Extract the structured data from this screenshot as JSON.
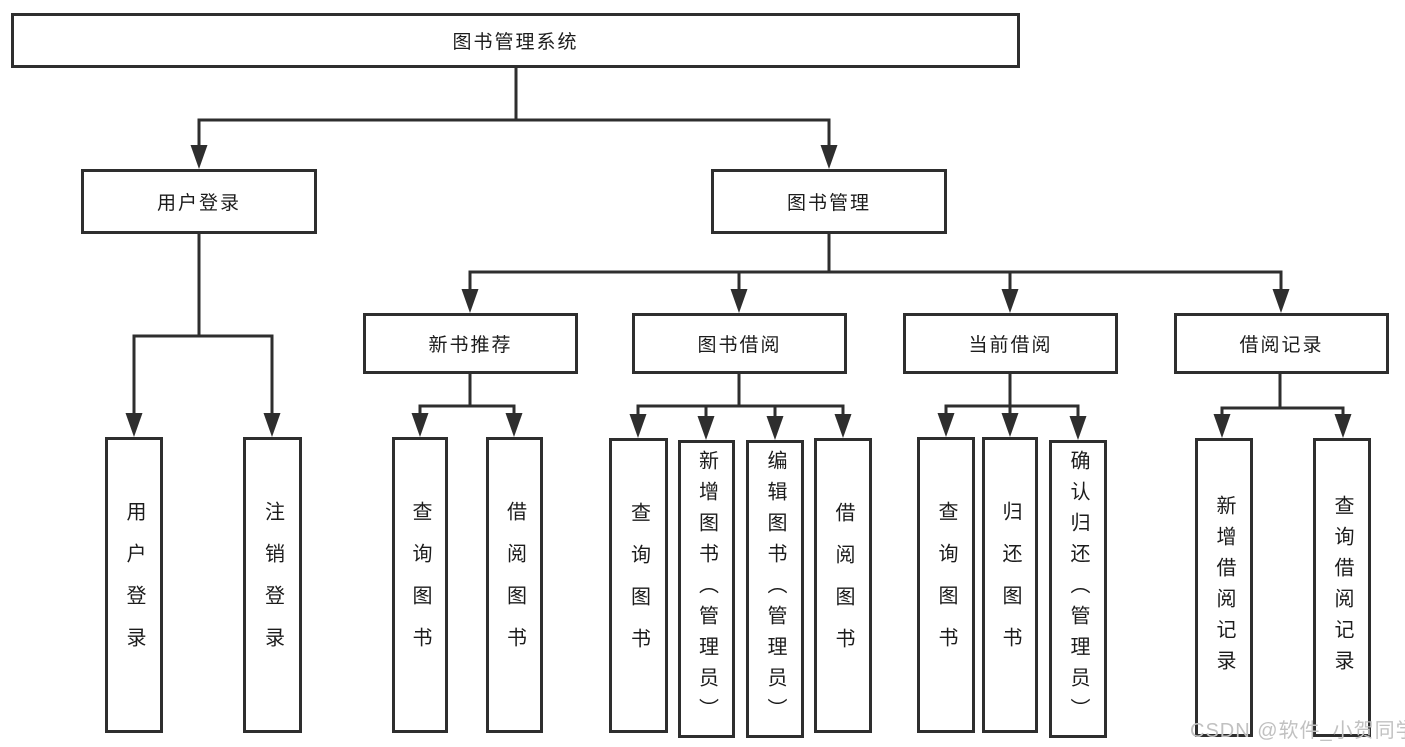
{
  "diagram": {
    "root": "图书管理系统",
    "user_branch": {
      "label": "用户登录",
      "children": [
        "用户登录",
        "注销登录"
      ]
    },
    "mgmt_branch": {
      "label": "图书管理",
      "modules": [
        {
          "label": "新书推荐",
          "children": [
            "查询图书",
            "借阅图书"
          ]
        },
        {
          "label": "图书借阅",
          "children": [
            "查询图书",
            "新增图书（管理员）",
            "编辑图书（管理员）",
            "借阅图书"
          ]
        },
        {
          "label": "当前借阅",
          "children": [
            "查询图书",
            "归还图书",
            "确认归还（管理员）"
          ]
        },
        {
          "label": "借阅记录",
          "children": [
            "新增借阅记录",
            "查询借阅记录"
          ]
        }
      ]
    }
  },
  "watermark": "CSDN @软件_小贺同学",
  "colors": {
    "line": "#2e2e2e",
    "text": "#1c1c1c",
    "watermark": "#c1c1c1",
    "background": "#ffffff"
  }
}
